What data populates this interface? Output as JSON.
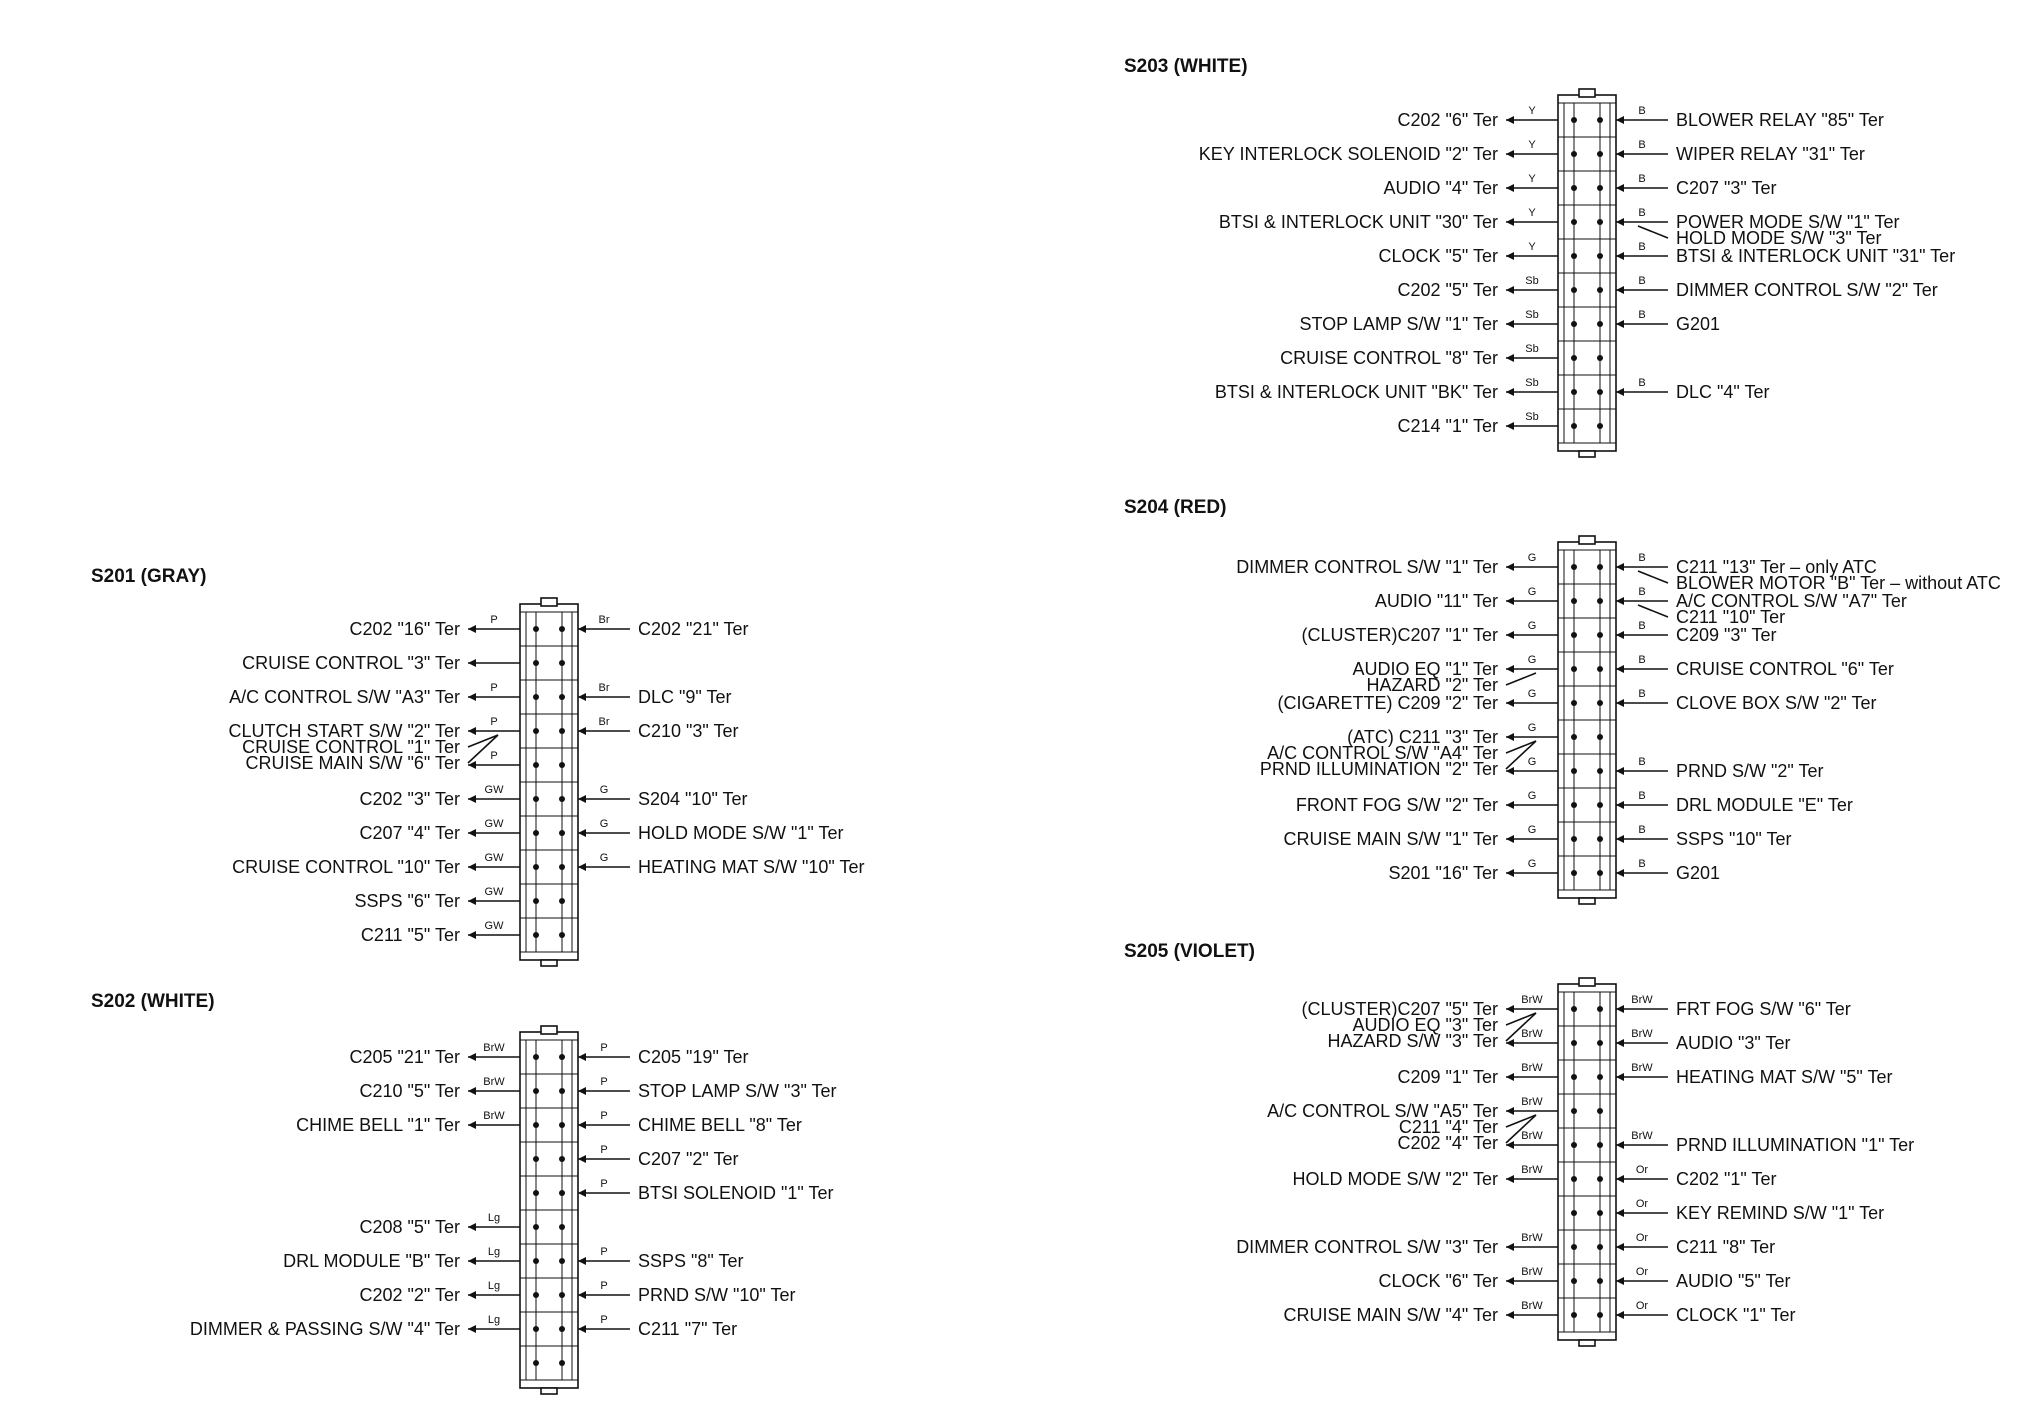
{
  "blocks": [
    {
      "id": "s201",
      "title": "S201 (GRAY)",
      "left": [
        {
          "label": "C202 \"16\" Ter",
          "color": "P"
        },
        {
          "label": "CRUISE CONTROL \"3\" Ter",
          "color": ""
        },
        {
          "label": "A/C CONTROL S/W \"A3\" Ter",
          "color": "P"
        },
        {
          "label": "CLUTCH START S/W \"2\" Ter",
          "color": "P",
          "group": [
            "CRUISE CONTROL \"1\" Ter",
            "CRUISE MAIN S/W \"6\" Ter"
          ]
        },
        {
          "label": "",
          "color": "P"
        },
        {
          "label": "C202 \"3\" Ter",
          "color": "GW"
        },
        {
          "label": "C207 \"4\" Ter",
          "color": "GW"
        },
        {
          "label": "CRUISE CONTROL \"10\" Ter",
          "color": "GW"
        },
        {
          "label": "SSPS \"6\" Ter",
          "color": "GW"
        },
        {
          "label": "C211 \"5\" Ter",
          "color": "GW"
        }
      ],
      "right": [
        {
          "label": "C202 \"21\" Ter",
          "color": "Br"
        },
        {
          "label": "",
          "color": ""
        },
        {
          "label": "DLC \"9\" Ter",
          "color": "Br"
        },
        {
          "label": "C210 \"3\" Ter",
          "color": "Br"
        },
        {
          "label": "",
          "color": ""
        },
        {
          "label": "S204 \"10\" Ter",
          "color": "G"
        },
        {
          "label": "HOLD MODE S/W \"1\" Ter",
          "color": "G"
        },
        {
          "label": "HEATING MAT S/W \"10\" Ter",
          "color": "G"
        },
        {
          "label": "",
          "color": ""
        },
        {
          "label": "",
          "color": ""
        }
      ]
    },
    {
      "id": "s202",
      "title": "S202 (WHITE)",
      "left": [
        {
          "label": "C205 \"21\" Ter",
          "color": "BrW"
        },
        {
          "label": "C210 \"5\" Ter",
          "color": "BrW"
        },
        {
          "label": "CHIME BELL \"1\" Ter",
          "color": "BrW"
        },
        {
          "label": "",
          "color": ""
        },
        {
          "label": "",
          "color": ""
        },
        {
          "label": "C208 \"5\" Ter",
          "color": "Lg"
        },
        {
          "label": "DRL MODULE \"B\" Ter",
          "color": "Lg"
        },
        {
          "label": "C202 \"2\" Ter",
          "color": "Lg"
        },
        {
          "label": "DIMMER & PASSING S/W \"4\" Ter",
          "color": "Lg"
        },
        {
          "label": "",
          "color": ""
        }
      ],
      "right": [
        {
          "label": "C205 \"19\" Ter",
          "color": "P"
        },
        {
          "label": "STOP LAMP S/W \"3\" Ter",
          "color": "P"
        },
        {
          "label": "CHIME BELL \"8\" Ter",
          "color": "P"
        },
        {
          "label": "C207 \"2\" Ter",
          "color": "P"
        },
        {
          "label": "BTSI SOLENOID \"1\" Ter",
          "color": "P"
        },
        {
          "label": "",
          "color": ""
        },
        {
          "label": "SSPS \"8\" Ter",
          "color": "P"
        },
        {
          "label": "PRND S/W \"10\" Ter",
          "color": "P"
        },
        {
          "label": "C211 \"7\" Ter",
          "color": "P"
        },
        {
          "label": "",
          "color": ""
        }
      ]
    },
    {
      "id": "s203",
      "title": "S203 (WHITE)",
      "left": [
        {
          "label": "C202 \"6\" Ter",
          "color": "Y"
        },
        {
          "label": "KEY INTERLOCK SOLENOID \"2\" Ter",
          "color": "Y"
        },
        {
          "label": "AUDIO \"4\" Ter",
          "color": "Y"
        },
        {
          "label": "BTSI & INTERLOCK UNIT \"30\" Ter",
          "color": "Y"
        },
        {
          "label": "CLOCK \"5\" Ter",
          "color": "Y"
        },
        {
          "label": "C202 \"5\" Ter",
          "color": "Sb"
        },
        {
          "label": "STOP LAMP S/W \"1\" Ter",
          "color": "Sb"
        },
        {
          "label": "CRUISE CONTROL \"8\" Ter",
          "color": "Sb"
        },
        {
          "label": "BTSI & INTERLOCK UNIT \"BK\" Ter",
          "color": "Sb"
        },
        {
          "label": "C214 \"1\" Ter",
          "color": "Sb"
        }
      ],
      "right": [
        {
          "label": "BLOWER RELAY \"85\" Ter",
          "color": "B"
        },
        {
          "label": "WIPER RELAY \"31\" Ter",
          "color": "B"
        },
        {
          "label": "C207 \"3\" Ter",
          "color": "B"
        },
        {
          "label": "POWER MODE S/W \"1\" Ter",
          "color": "B",
          "group": [
            "HOLD MODE S/W \"3\" Ter"
          ]
        },
        {
          "label": "BTSI & INTERLOCK UNIT \"31\" Ter",
          "color": "B"
        },
        {
          "label": "DIMMER CONTROL S/W \"2\" Ter",
          "color": "B"
        },
        {
          "label": "G201",
          "color": "B"
        },
        {
          "label": "",
          "color": ""
        },
        {
          "label": "DLC \"4\" Ter",
          "color": "B"
        },
        {
          "label": "",
          "color": ""
        }
      ]
    },
    {
      "id": "s204",
      "title": "S204 (RED)",
      "left": [
        {
          "label": "DIMMER CONTROL S/W \"1\" Ter",
          "color": "G"
        },
        {
          "label": "AUDIO \"11\" Ter",
          "color": "G"
        },
        {
          "label": "(CLUSTER)C207 \"1\" Ter",
          "color": "G"
        },
        {
          "label": "AUDIO EQ \"1\" Ter",
          "color": "G",
          "group": [
            "HAZARD \"2\" Ter"
          ]
        },
        {
          "label": "(CIGARETTE) C209 \"2\" Ter",
          "color": "G"
        },
        {
          "label": "(ATC) C211 \"3\" Ter",
          "color": "G",
          "group": [
            "A/C CONTROL S/W \"A4\" Ter",
            "PRND ILLUMINATION \"2\" Ter"
          ]
        },
        {
          "label": "",
          "color": "G"
        },
        {
          "label": "FRONT FOG S/W \"2\" Ter",
          "color": "G"
        },
        {
          "label": "CRUISE MAIN S/W \"1\" Ter",
          "color": "G"
        },
        {
          "label": "S201 \"16\" Ter",
          "color": "G"
        }
      ],
      "right": [
        {
          "label": "C211 \"13\" Ter – only ATC",
          "color": "B",
          "group": [
            "BLOWER MOTOR \"B\" Ter – without ATC"
          ]
        },
        {
          "label": "A/C CONTROL S/W \"A7\" Ter",
          "color": "B",
          "group": [
            "C211 \"10\" Ter"
          ]
        },
        {
          "label": "C209 \"3\" Ter",
          "color": "B"
        },
        {
          "label": "CRUISE CONTROL \"6\" Ter",
          "color": "B"
        },
        {
          "label": "CLOVE BOX S/W \"2\" Ter",
          "color": "B"
        },
        {
          "label": "",
          "color": ""
        },
        {
          "label": "PRND S/W \"2\" Ter",
          "color": "B"
        },
        {
          "label": "DRL MODULE \"E\" Ter",
          "color": "B"
        },
        {
          "label": "SSPS \"10\" Ter",
          "color": "B"
        },
        {
          "label": "G201",
          "color": "B"
        }
      ]
    },
    {
      "id": "s205",
      "title": "S205 (VIOLET)",
      "left": [
        {
          "label": "(CLUSTER)C207 \"5\" Ter",
          "color": "BrW",
          "group": [
            "AUDIO EQ \"3\" Ter",
            "HAZARD S/W \"3\" Ter"
          ]
        },
        {
          "label": "",
          "color": "BrW"
        },
        {
          "label": "C209 \"1\" Ter",
          "color": "BrW"
        },
        {
          "label": "A/C CONTROL S/W \"A5\" Ter",
          "color": "BrW",
          "group": [
            "C211 \"4\" Ter",
            "C202 \"4\" Ter"
          ]
        },
        {
          "label": "",
          "color": "BrW"
        },
        {
          "label": "HOLD MODE S/W \"2\" Ter",
          "color": "BrW"
        },
        {
          "label": "",
          "color": ""
        },
        {
          "label": "DIMMER CONTROL S/W \"3\" Ter",
          "color": "BrW"
        },
        {
          "label": "CLOCK \"6\" Ter",
          "color": "BrW"
        },
        {
          "label": "CRUISE MAIN S/W \"4\" Ter",
          "color": "BrW"
        }
      ],
      "right": [
        {
          "label": "FRT FOG S/W \"6\" Ter",
          "color": "BrW"
        },
        {
          "label": "AUDIO \"3\" Ter",
          "color": "BrW"
        },
        {
          "label": "HEATING MAT S/W \"5\" Ter",
          "color": "BrW"
        },
        {
          "label": "",
          "color": ""
        },
        {
          "label": "PRND ILLUMINATION \"1\" Ter",
          "color": "BrW"
        },
        {
          "label": "C202 \"1\" Ter",
          "color": "Or"
        },
        {
          "label": "KEY REMIND S/W \"1\" Ter",
          "color": "Or"
        },
        {
          "label": "C211 \"8\" Ter",
          "color": "Or"
        },
        {
          "label": "AUDIO \"5\" Ter",
          "color": "Or"
        },
        {
          "label": "CLOCK \"1\" Ter",
          "color": "Or"
        }
      ]
    }
  ]
}
